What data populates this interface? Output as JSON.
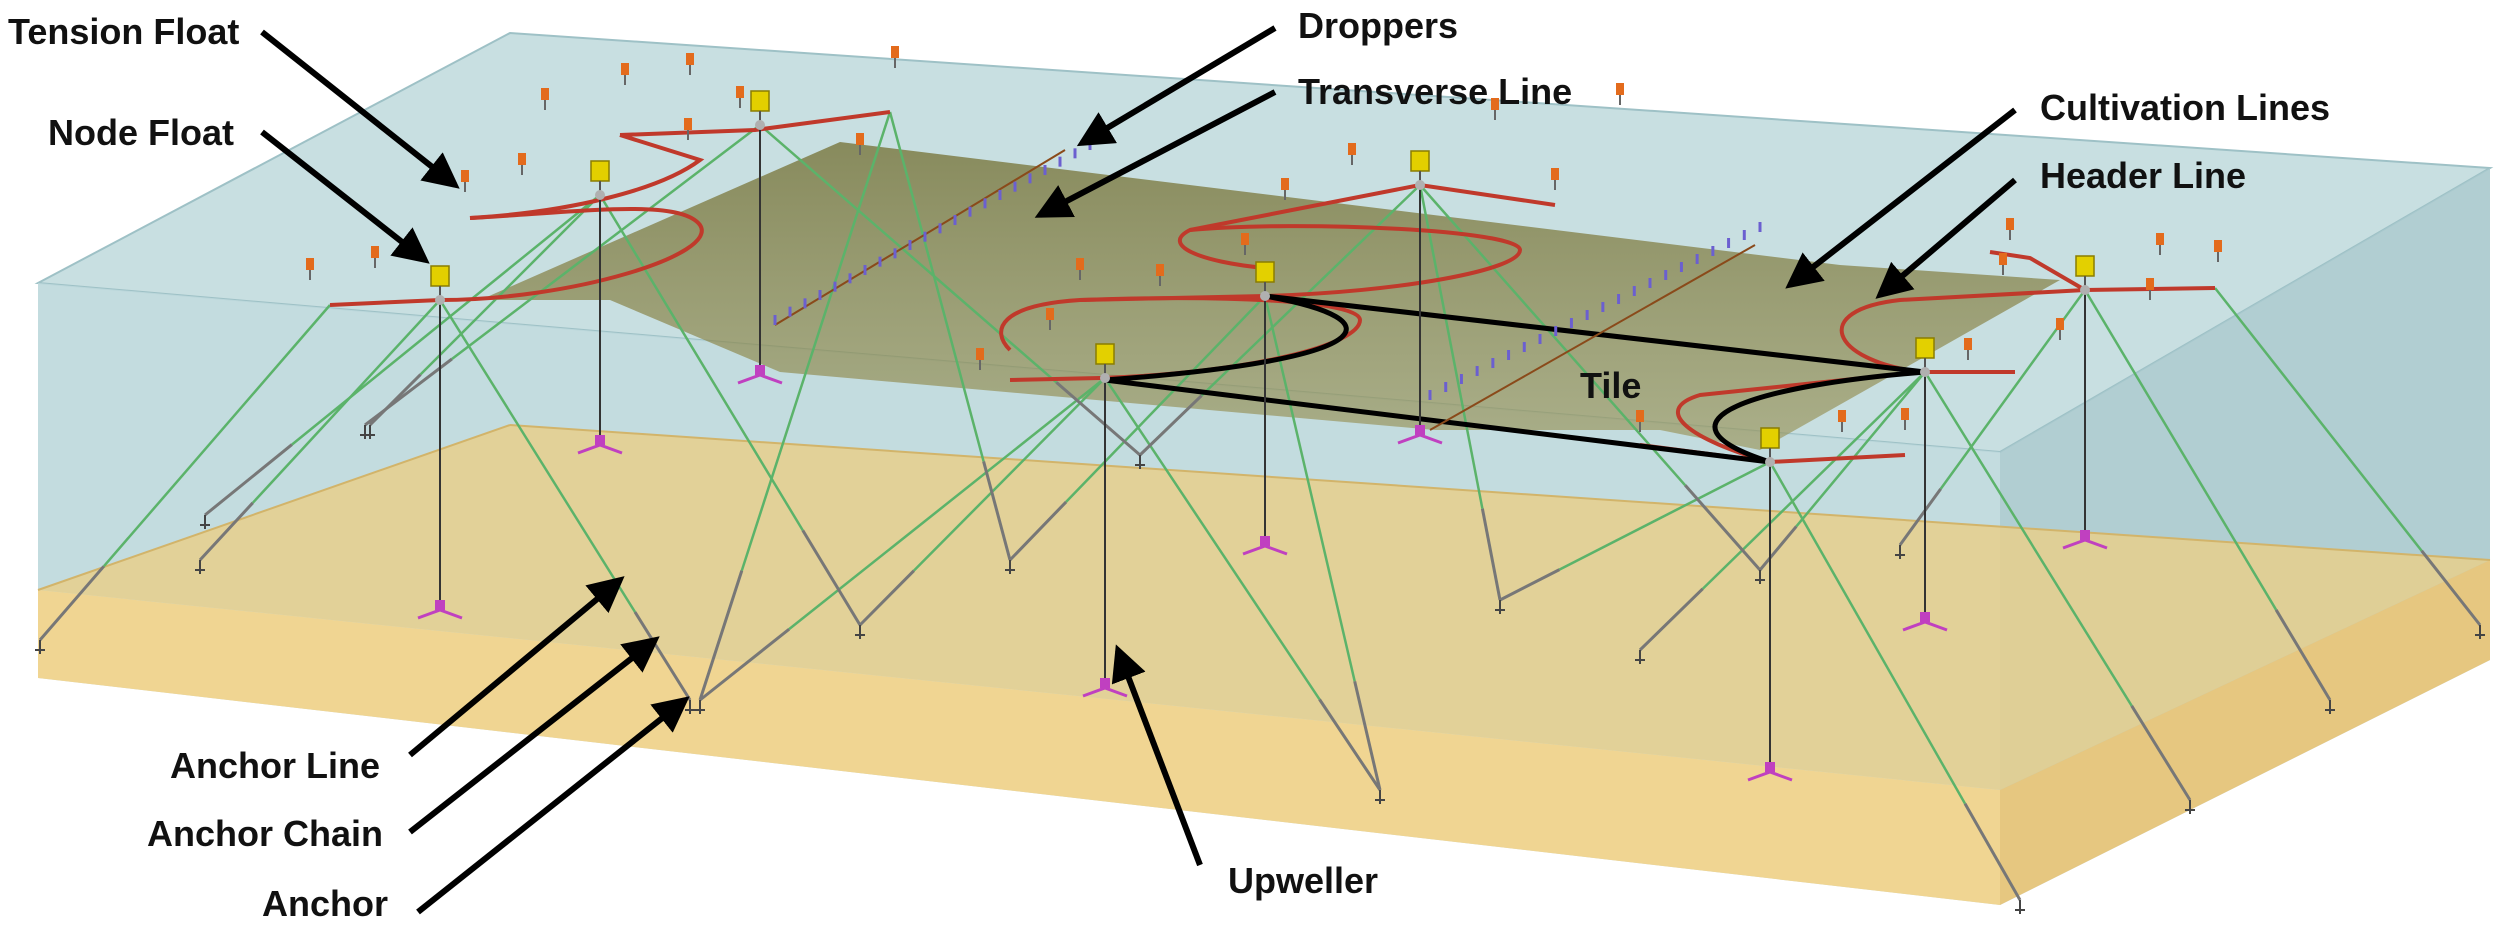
{
  "labels": {
    "tension_float": "Tension Float",
    "node_float": "Node Float",
    "droppers": "Droppers",
    "transverse_line": "Transverse Line",
    "cultivation_lines": "Cultivation Lines",
    "header_line": "Header Line",
    "tile": "Tile",
    "anchor_line": "Anchor Line",
    "anchor_chain": "Anchor Chain",
    "anchor": "Anchor",
    "upweller": "Upweller"
  },
  "colors": {
    "water": "#b7d6da",
    "seabed": "#ecd28e",
    "cultivation": "#8a8444",
    "header_line": "#c0392b",
    "anchor_line": "#5bb36a",
    "anchor_chain": "#777777",
    "tension_float": "#e36b1c",
    "node_float": "#e3d000",
    "dropper": "#6b5fd0",
    "anchor": "#c040c0",
    "arrow": "#000000"
  }
}
